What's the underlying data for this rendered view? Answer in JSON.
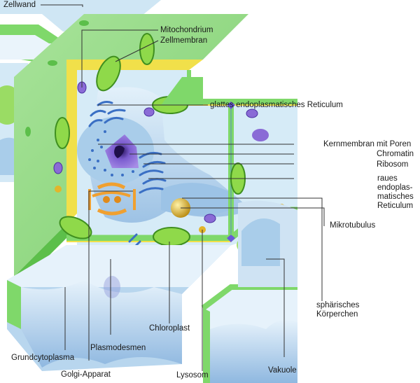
{
  "diagram": {
    "title_hidden": "",
    "colors": {
      "cell_wall": "#7fd86a",
      "cell_wall_top": "#a5e090",
      "cell_wall_dark": "#5cbf4a",
      "membrane": "#f1e04a",
      "cytoplasm": "#d6ebf7",
      "vacuole": "#9cc3e6",
      "vacuole_dark": "#6f9fce",
      "nucleus": "#7b5ccf",
      "nucleus_dark": "#3b2a8a",
      "chloroplast": "#8fd94a",
      "chloroplast_dark": "#3f8f1f",
      "mitochondrion": "#8a6bd6",
      "golgi": "#f0a030",
      "er": "#3a6fc4",
      "lysosome": "#e3b52a",
      "spherosome": "#d8b22e",
      "leader": "#333333"
    },
    "labels": {
      "zellwand": "Zellwand",
      "mitochondrium": "Mitochondrium",
      "zellmembran": "Zellmembran",
      "glattes_er": "glattes endoplasmatisches Reticulum",
      "kernmembran": "Kernmembran mit Poren",
      "chromatin": "Chromatin",
      "ribosom": "Ribosom",
      "raues_er": [
        "raues",
        "endoplas-",
        "matisches",
        "Reticulum"
      ],
      "mikrotubulus": "Mikrotubulus",
      "sphaerisches": [
        "sphärisches",
        "Körperchen"
      ],
      "vakuole": "Vakuole",
      "lysosom": "Lysosom",
      "chloroplast": "Chloroplast",
      "plasmodesmen": "Plasmodesmen",
      "grundcytoplasma": "Grundcytoplasma",
      "golgi": "Golgi-Apparat"
    }
  }
}
